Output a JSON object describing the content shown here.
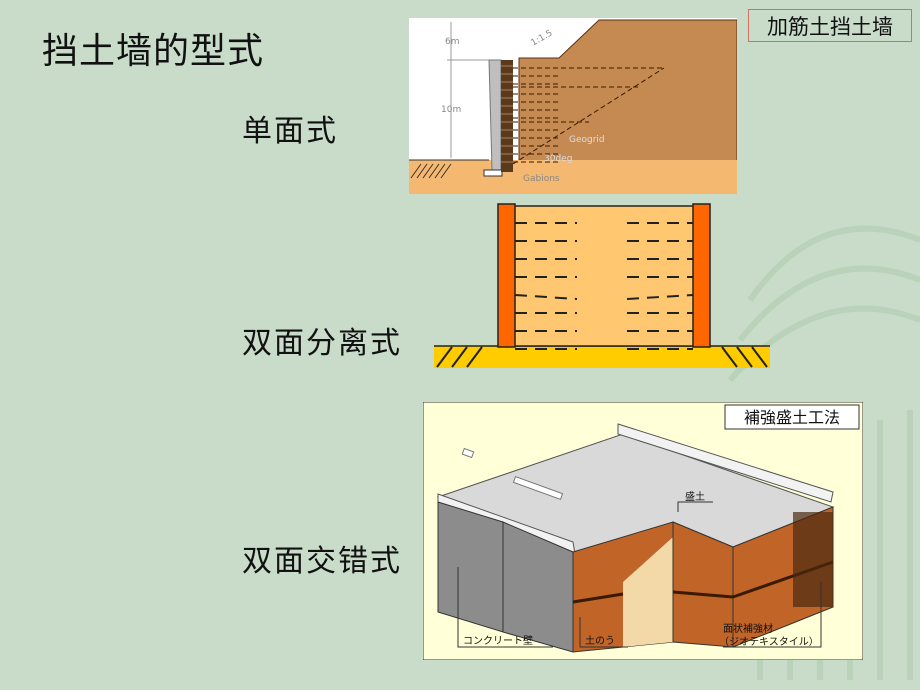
{
  "slide": {
    "title": "挡土墙的型式",
    "tag": "加筋土挡土墙"
  },
  "labels": {
    "single_face": "单面式",
    "double_face_separated": "双面分离式",
    "double_face_interlaced": "双面交错式"
  },
  "figure1": {
    "dim_top": "6m",
    "dim_wall": "10m",
    "slope": "1:1.5",
    "geogrid": "Geogrid",
    "angle": "30deg",
    "gabions": "Gabions",
    "colors": {
      "soil": "#c48a52",
      "ground": "#f5b870",
      "sky": "#ffffff",
      "wall": "#bfbfbf"
    }
  },
  "figure2": {
    "colors": {
      "fill": "#ffc870",
      "panel": "#ff6600",
      "ground": "#ffcc00"
    }
  },
  "figure3": {
    "title": "補強盛土工法",
    "fill_label": "盛土",
    "concrete_wall": "コンクリート壁",
    "sandbag": "土のう",
    "geotextile_line1": "面状補強材",
    "geotextile_line2": "（ジオテキスタイル）",
    "colors": {
      "bg": "#ffffd8",
      "concrete": "#8c8c8c",
      "soil": "#c06428",
      "road": "#d9d9d9"
    }
  }
}
